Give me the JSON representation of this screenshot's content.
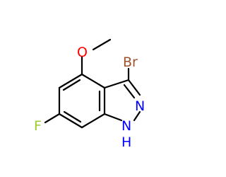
{
  "molecule": {
    "atoms": {
      "bromine": {
        "label": "Br",
        "color": "#a0522d"
      },
      "oxygen": {
        "label": "O",
        "color": "#ff0000"
      },
      "fluorine": {
        "label": "F",
        "color": "#9acd32"
      },
      "nitrogen_n2": {
        "label": "N",
        "color": "#0000ff"
      },
      "nitrogen_n1h": {
        "label": "N",
        "color": "#0000ff"
      },
      "hydrogen": {
        "label": "H",
        "color": "#0000ff"
      }
    },
    "bond_color": "#000000"
  }
}
